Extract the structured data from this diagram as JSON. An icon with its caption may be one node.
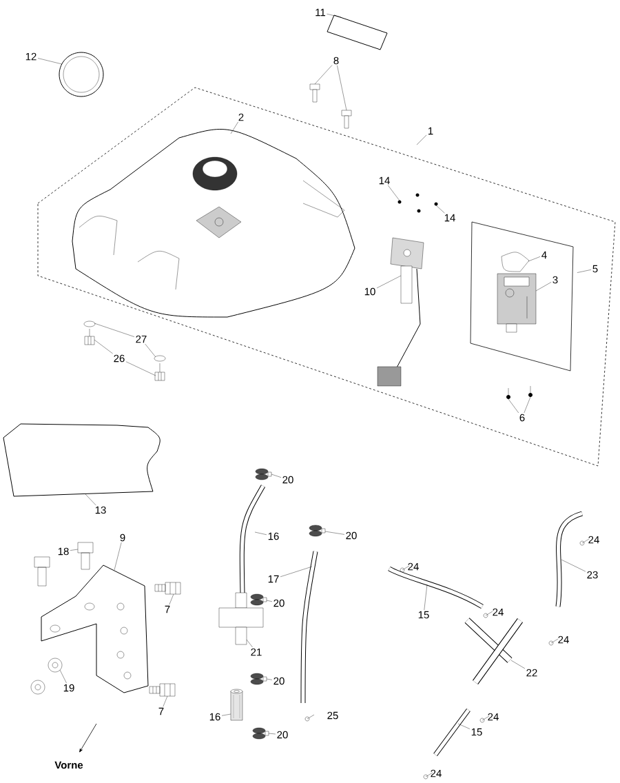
{
  "diagram": {
    "nodes": [
      {
        "text": [
          "11"
        ]
      },
      {
        "text": [
          "12"
        ]
      },
      {
        "text": [
          "8"
        ]
      },
      {
        "text": [
          "2"
        ]
      },
      {
        "text": [
          "1"
        ]
      },
      {
        "text": [
          "14"
        ]
      },
      {
        "text": [
          "14"
        ]
      },
      {
        "text": [
          "4"
        ]
      },
      {
        "text": [
          "3"
        ]
      },
      {
        "text": [
          "5"
        ]
      },
      {
        "text": [
          "10"
        ]
      },
      {
        "text": [
          "27"
        ]
      },
      {
        "text": [
          "26"
        ]
      },
      {
        "text": [
          "6"
        ]
      },
      {
        "text": [
          "13"
        ]
      },
      {
        "text": [
          "20"
        ]
      },
      {
        "text": [
          "16"
        ]
      },
      {
        "text": [
          "20"
        ]
      },
      {
        "text": [
          "9"
        ]
      },
      {
        "text": [
          "18"
        ]
      },
      {
        "text": [
          "17"
        ]
      },
      {
        "text": [
          "7"
        ]
      },
      {
        "text": [
          "20"
        ]
      },
      {
        "text": [
          "21"
        ]
      },
      {
        "text": [
          "20"
        ]
      },
      {
        "text": [
          "19"
        ]
      },
      {
        "text": [
          "7"
        ]
      },
      {
        "text": [
          "16"
        ]
      },
      {
        "text": [
          "20"
        ]
      },
      {
        "text": [
          "15"
        ]
      },
      {
        "text": [
          "23"
        ]
      },
      {
        "text": [
          "22"
        ]
      },
      {
        "text": [
          "15"
        ]
      },
      {
        "text": [],
        "shape": "picture"
      },
      {
        "text": [],
        "shape": "picture"
      },
      {
        "text": [],
        "shape": "picture"
      },
      {
        "text": [],
        "shape": "picture"
      },
      {
        "text": [],
        "shape": "picture"
      },
      {
        "text": [],
        "shape": "picture"
      },
      {
        "text": [],
        "shape": "picture"
      },
      {
        "text": [],
        "shape": "picture"
      },
      {
        "text": [],
        "shape": "picture"
      },
      {
        "text": [],
        "shape": "picture"
      },
      {
        "text": [],
        "shape": "picture"
      },
      {
        "text": [],
        "shape": "picture"
      },
      {
        "text": [],
        "shape": "picture"
      },
      {
        "text": [],
        "shape": "picture"
      },
      {
        "text": [],
        "shape": "picture"
      },
      {
        "text": [],
        "shape": "picture"
      },
      {
        "text": [],
        "shape": "picture"
      },
      {
        "text": [],
        "shape": "picture"
      },
      {
        "text": [],
        "shape": "picture"
      },
      {
        "text": [],
        "shape": "picture"
      },
      {
        "text": [],
        "shape": "picture"
      },
      {
        "text": [],
        "shape": "picture"
      },
      {
        "text": [],
        "shape": "picture"
      },
      {
        "text": [],
        "shape": "picture"
      },
      {
        "text": [],
        "shape": "picture"
      },
      {
        "text": [],
        "shape": "picture"
      },
      {
        "text": [],
        "shape": "picture"
      },
      {
        "text": [],
        "shape": "picture"
      },
      {
        "text": [],
        "shape": "picture"
      },
      {
        "text": [],
        "shape": "picture"
      },
      {
        "text": [],
        "shape": "picture"
      },
      {
        "text": [],
        "shape": "picture"
      },
      {
        "text": [],
        "shape": "picture"
      },
      {
        "text": [],
        "shape": "picture"
      },
      {
        "text": [],
        "shape": "picture"
      }
    ],
    "edges": [
      {
        "from": 0,
        "to": 33,
        "arrow": "none"
      },
      {
        "from": 1,
        "to": 34,
        "arrow": "none"
      },
      {
        "from": 2,
        "to": 35,
        "arrow": "none"
      },
      {
        "from": 2,
        "to": 36,
        "arrow": "none"
      },
      {
        "from": 3,
        "to": 37,
        "arrow": "none"
      },
      {
        "from": 4,
        "to": null,
        "arrow": "none"
      },
      {
        "from": 5,
        "to": 38,
        "arrow": "none"
      },
      {
        "from": 6,
        "to": 39,
        "arrow": "none"
      },
      {
        "from": 7,
        "to": 40,
        "arrow": "none"
      },
      {
        "from": 8,
        "to": 41,
        "arrow": "none"
      },
      {
        "from": 9,
        "to": null,
        "arrow": "none"
      },
      {
        "from": 10,
        "to": 42,
        "arrow": "none"
      },
      {
        "from": 11,
        "to": 43,
        "arrow": "none"
      },
      {
        "from": 11,
        "to": 44,
        "arrow": "none"
      },
      {
        "from": 12,
        "to": 45,
        "arrow": "none"
      },
      {
        "from": 12,
        "to": 46,
        "arrow": "none"
      },
      {
        "from": 13,
        "to": 47,
        "arrow": "none"
      },
      {
        "from": 13,
        "to": 48,
        "arrow": "none"
      },
      {
        "from": 14,
        "to": 49,
        "arrow": "none"
      },
      {
        "from": 15,
        "to": 50,
        "arrow": "none"
      },
      {
        "from": 16,
        "to": 51,
        "arrow": "none"
      },
      {
        "from": 17,
        "to": 52,
        "arrow": "none"
      },
      {
        "from": 18,
        "to": 53,
        "arrow": "none"
      },
      {
        "from": 19,
        "to": 54,
        "arrow": "none"
      },
      {
        "from": 20,
        "to": 55,
        "arrow": "none"
      },
      {
        "from": 21,
        "to": 56,
        "arrow": "none"
      },
      {
        "from": 22,
        "to": 57,
        "arrow": "none"
      },
      {
        "from": 23,
        "to": 58,
        "arrow": "none"
      },
      {
        "from": 24,
        "to": 59,
        "arrow": "none"
      },
      {
        "from": 25,
        "to": 60,
        "arrow": "none"
      },
      {
        "from": 26,
        "to": 61,
        "arrow": "none"
      },
      {
        "from": 27,
        "to": 62,
        "arrow": "none"
      },
      {
        "from": 28,
        "to": 63,
        "arrow": "none"
      },
      {
        "from": 29,
        "to": 64,
        "arrow": "none"
      },
      {
        "from": 30,
        "to": 65,
        "arrow": "none"
      },
      {
        "from": 31,
        "to": 66,
        "arrow": "none"
      },
      {
        "from": 32,
        "to": 67,
        "arrow": "none"
      }
    ],
    "labels": [
      "24",
      "24",
      "24",
      "24",
      "25",
      "24",
      "Vorne",
      "24"
    ]
  }
}
